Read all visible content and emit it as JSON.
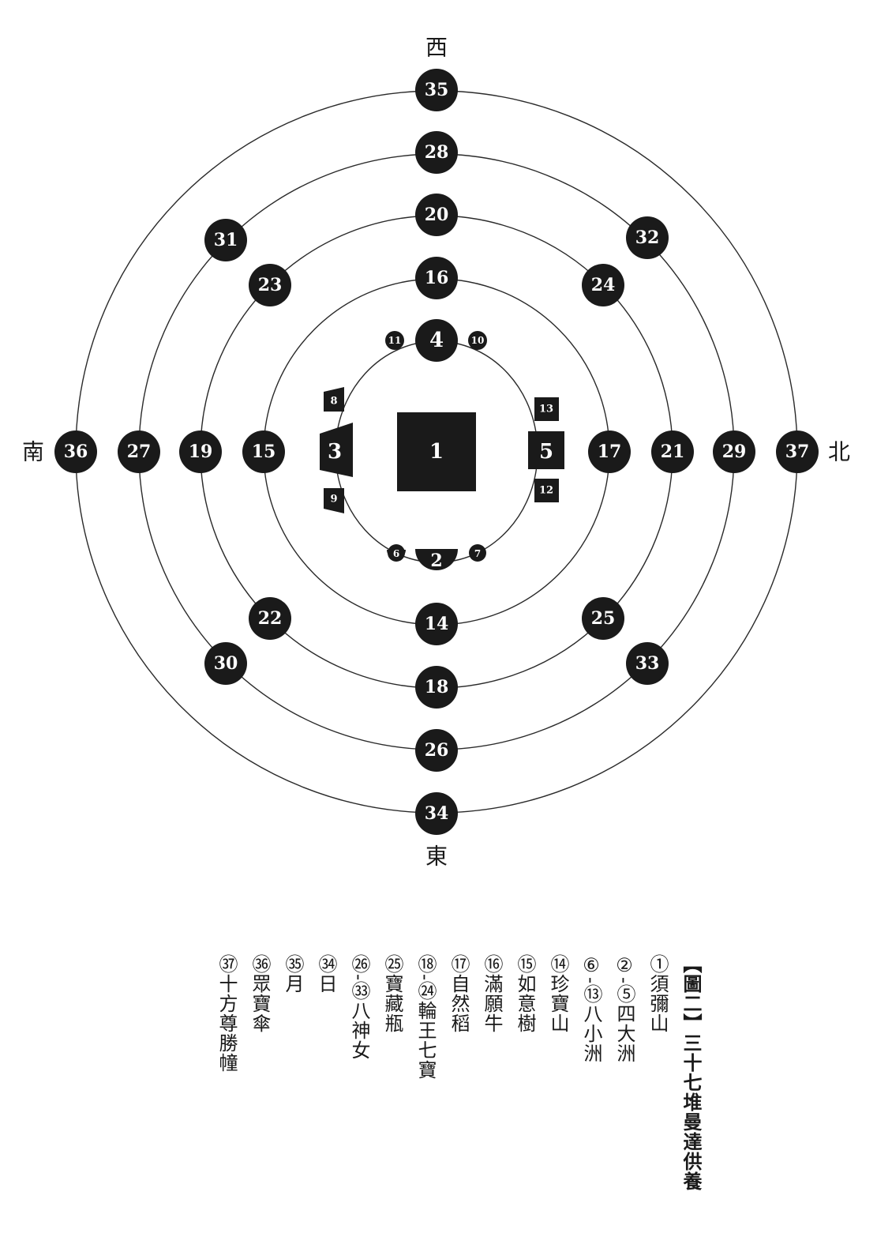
{
  "directions": {
    "west": "西",
    "east": "東",
    "south": "南",
    "north": "北"
  },
  "center": {
    "block": "1",
    "south_continent": "2",
    "west_continent": "3",
    "north_continent": "4",
    "east_continent": "5",
    "subcontinents": {
      "s6": "6",
      "s7": "7",
      "s8": "8",
      "s9": "9",
      "s10": "10",
      "s11": "11",
      "s12": "12",
      "s13": "13"
    }
  },
  "ring1": {
    "e": "16",
    "w": "14",
    "n": "15",
    "s": "17"
  },
  "ring2": {
    "e": "20",
    "w": "18",
    "n": "19",
    "s": "21",
    "ne": "23",
    "nw": "22",
    "se": "24",
    "sw": "25"
  },
  "ring3": {
    "e": "28",
    "w": "26",
    "n": "27",
    "s": "29",
    "ne": "31",
    "nw": "30",
    "se": "32",
    "sw": "33"
  },
  "ring4": {
    "e": "35",
    "w": "34",
    "n": "36",
    "s": "37"
  },
  "legend": {
    "title": "【圖二】三十七堆曼達供養",
    "items": [
      "①須彌山",
      "②-⑤四大洲",
      "⑥-⑬八小洲",
      "⑭珍寶山",
      "⑮如意樹",
      "⑯滿願牛",
      "⑰自然稻",
      "⑱-㉔輪王七寶",
      "㉕寶藏瓶",
      "㉖-㉝八神女",
      "㉞日",
      "㉟月",
      "㊱眾寶傘",
      "㊲十方尊勝幢"
    ]
  }
}
